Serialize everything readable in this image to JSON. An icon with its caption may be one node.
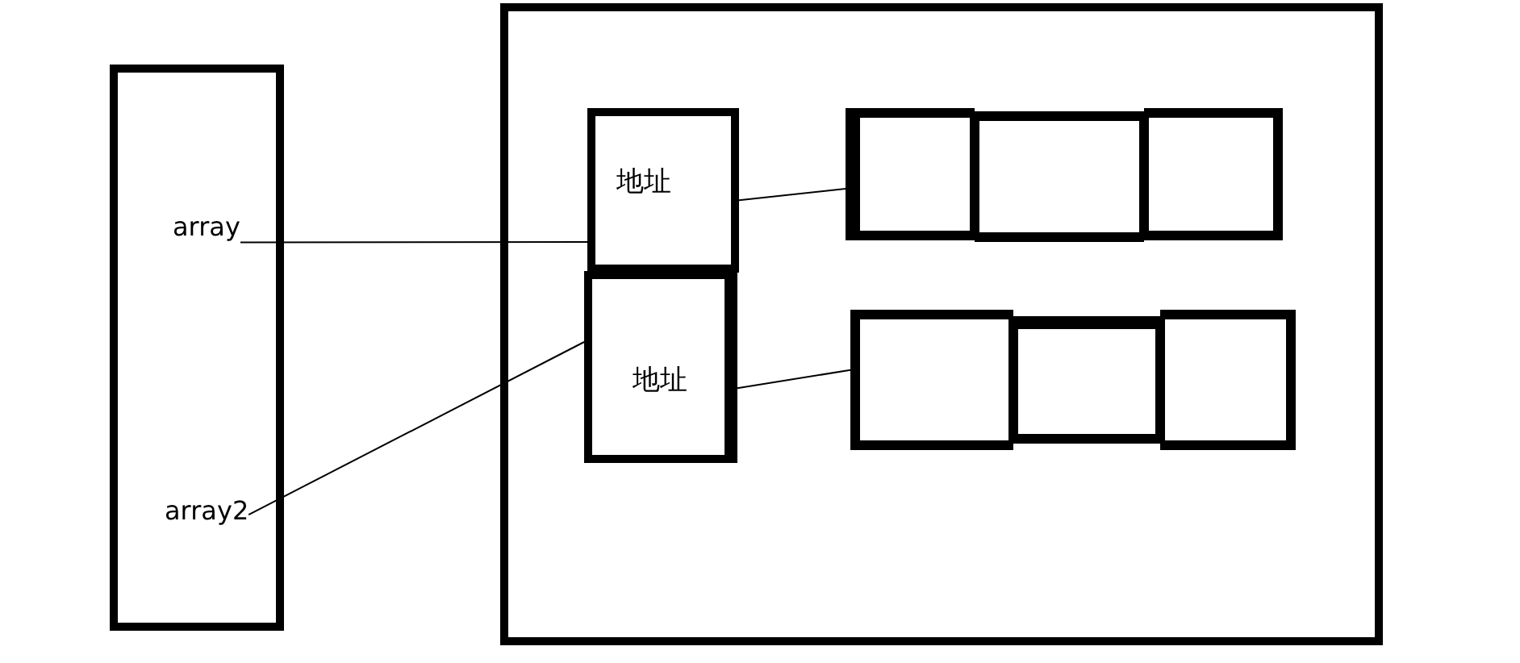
{
  "diagram": {
    "nodes": [
      {
        "text": [],
        "shape": "box"
      },
      {
        "text": [
          "array"
        ],
        "in": 0
      },
      {
        "text": [
          "array2"
        ],
        "in": 0
      },
      {
        "text": [],
        "shape": "box"
      },
      {
        "text": [
          "地址"
        ],
        "in": 3
      },
      {
        "text": [],
        "shape": "box",
        "in": 3
      },
      {
        "text": [],
        "shape": "box",
        "in": 3
      },
      {
        "text": [],
        "shape": "box",
        "in": 3
      },
      {
        "text": [
          "地址"
        ],
        "in": 3
      },
      {
        "text": [],
        "shape": "box",
        "in": 3
      },
      {
        "text": [],
        "shape": "box",
        "in": 3
      },
      {
        "text": [],
        "shape": "box",
        "in": 3
      }
    ],
    "edges": [
      {
        "from": 1,
        "to": 4,
        "arrow": "none"
      },
      {
        "from": 2,
        "to": 8,
        "arrow": "none"
      },
      {
        "from": 4,
        "to": 5,
        "arrow": "none"
      },
      {
        "from": 8,
        "to": 9,
        "arrow": "none"
      }
    ]
  }
}
